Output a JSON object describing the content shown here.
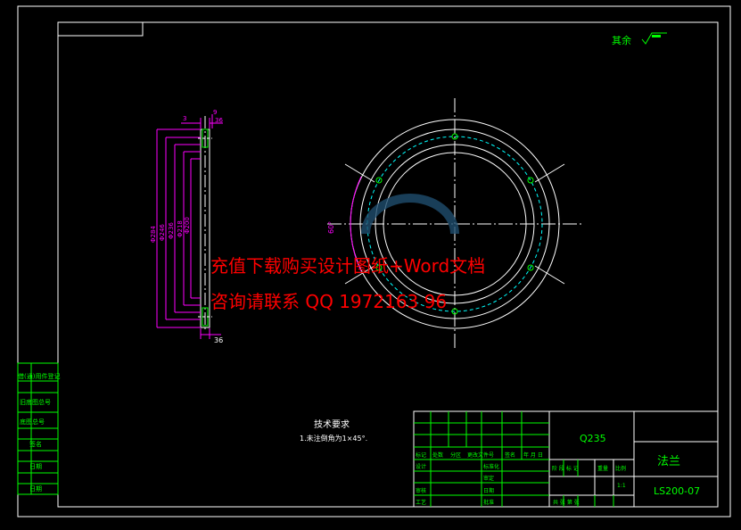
{
  "surface_note": {
    "text": "其余",
    "color": "#00ff00"
  },
  "dimensions": {
    "top_a": "3",
    "top_b": "9",
    "top_c": "36",
    "left_1": "Φ284",
    "left_2": "Φ246",
    "left_3": "Φ236",
    "left_4": "Φ218",
    "left_5": "Φ200",
    "bottom": "36",
    "angle": "60°",
    "color": "#ff00ff"
  },
  "tech_requirements": {
    "heading": "技术要求",
    "line1": "1.未注倒角为1×45°.",
    "color": "#ffffff"
  },
  "watermark": {
    "line1": "充值下载购买设计图纸+Word文档",
    "line2": "咨询请联系 QQ 1972163 96",
    "color": "#ff0000"
  },
  "title_block": {
    "material": "Q235",
    "part_name": "法兰",
    "drawing_no": "LS200-07",
    "rev_headers": [
      "标记",
      "处数",
      "分区",
      "更改文件号",
      "签名",
      "年 月 日"
    ],
    "left_rows": [
      "设计",
      "审核",
      "工艺"
    ],
    "mid_rows": [
      "标准化",
      "审定",
      "日期",
      "批准"
    ],
    "stage_labels": "阶 段 标 记",
    "weight_label": "重量",
    "scale_label": "比例",
    "scale_value": "1:1",
    "sheet_labels": "共  张  第  张",
    "color": "#00ff00"
  },
  "side_stamps": [
    "借(通)用件登记",
    "旧底图总号",
    "底图总号",
    "签名",
    "日期",
    "日期"
  ],
  "colors": {
    "frame": "#ffffff",
    "outline": "#ffffff",
    "centerline": "#ffffff",
    "hole": "#00ff00",
    "pitch_circle": "#00ffff",
    "dimension": "#ff00ff",
    "title_text": "#00ff00"
  }
}
